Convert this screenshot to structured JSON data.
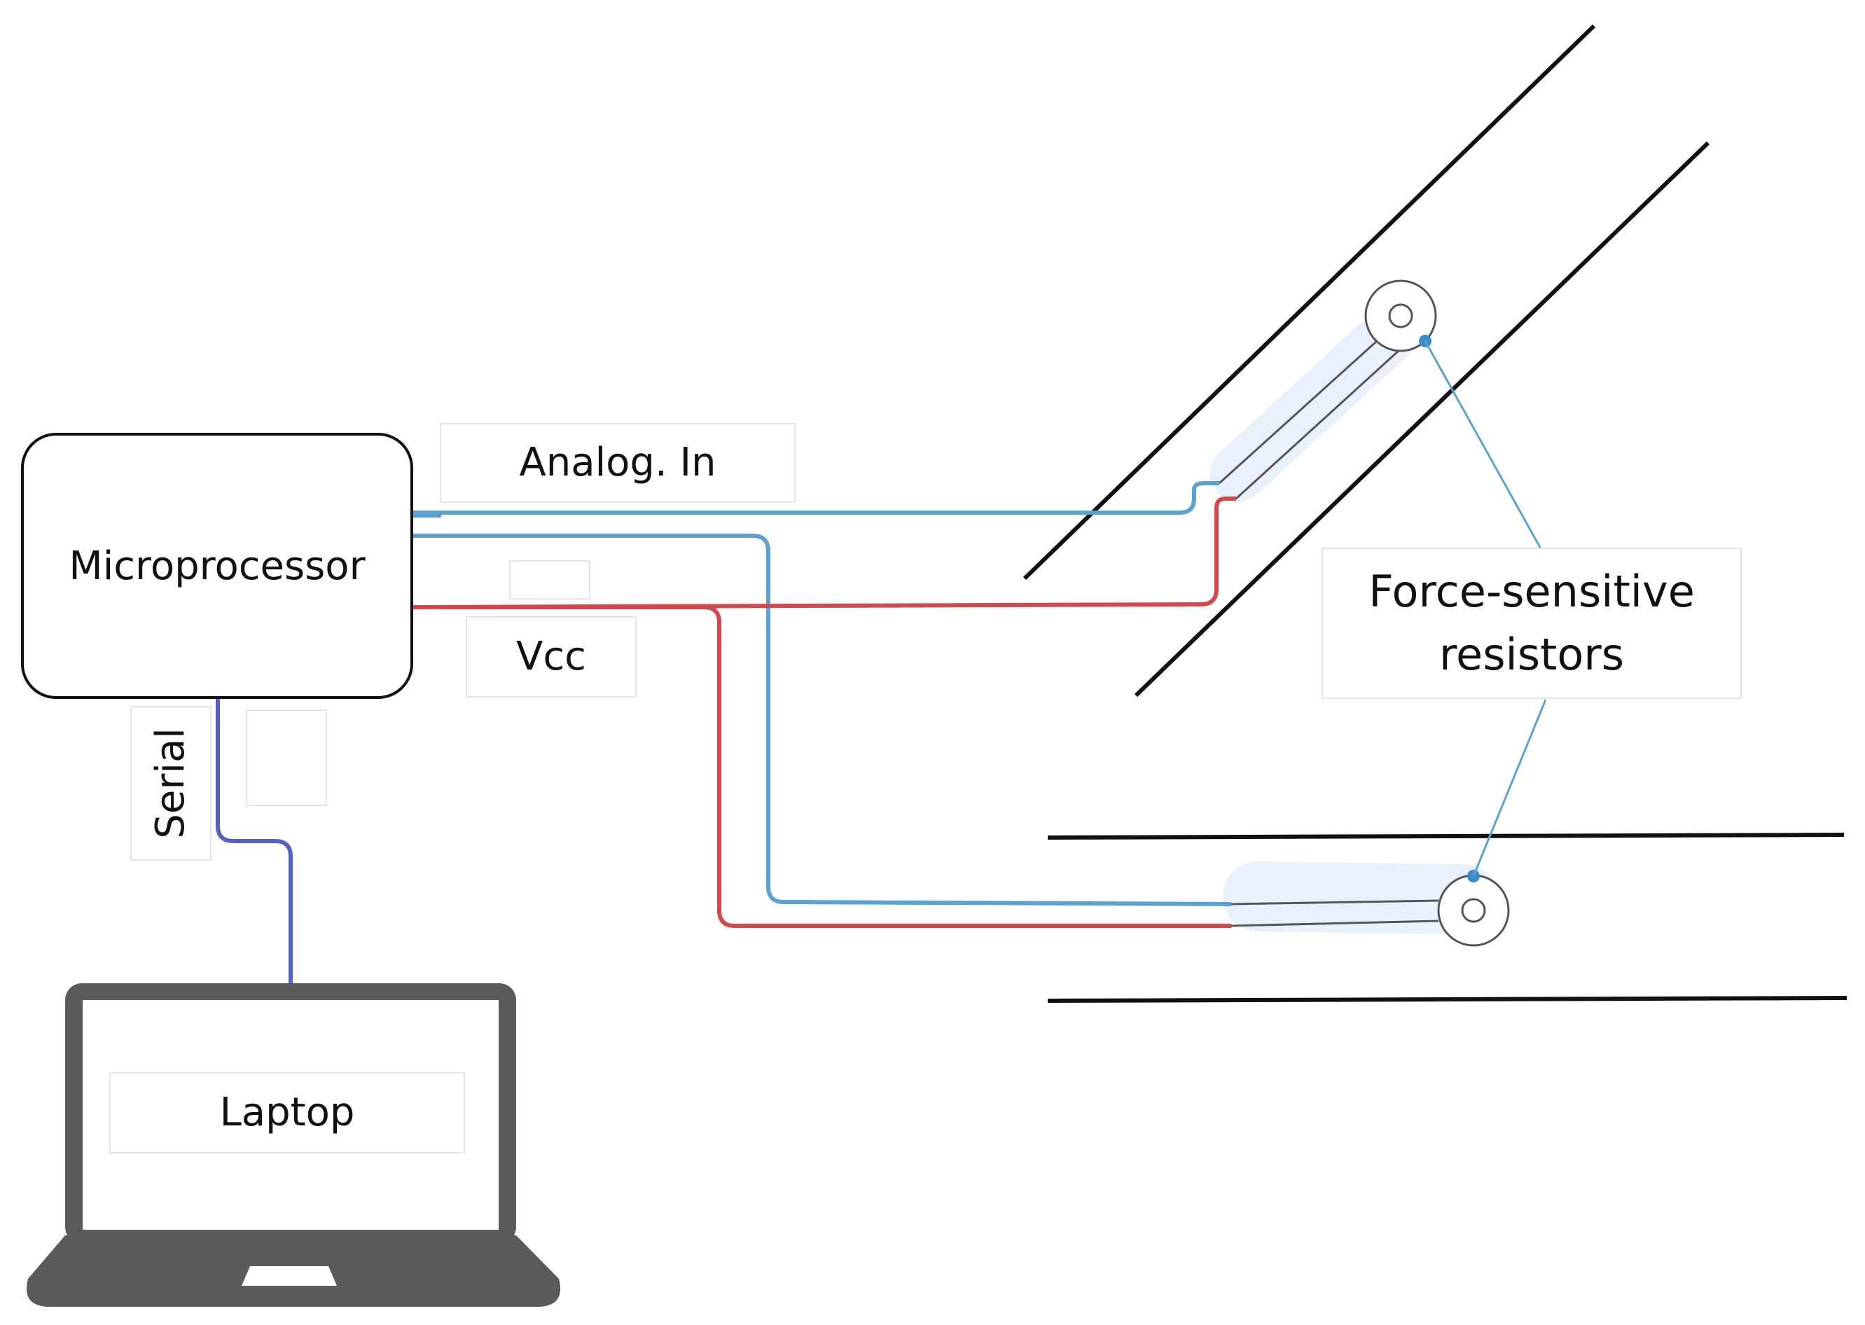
{
  "labels": {
    "microprocessor": "Microprocessor",
    "analog_in": "Analog. In",
    "vcc": "Vcc",
    "serial": "Serial",
    "laptop": "Laptop",
    "fsr_line1": "Force-sensitive",
    "fsr_line2": "resistors"
  },
  "colors": {
    "analog_wire": "#5ba3cf",
    "vcc_wire": "#d2484e",
    "serial_wire": "#5560c8",
    "sensor_highlight": "#e8f0fb",
    "laptop_body": "#5a5a5a",
    "outline": "#111111"
  }
}
